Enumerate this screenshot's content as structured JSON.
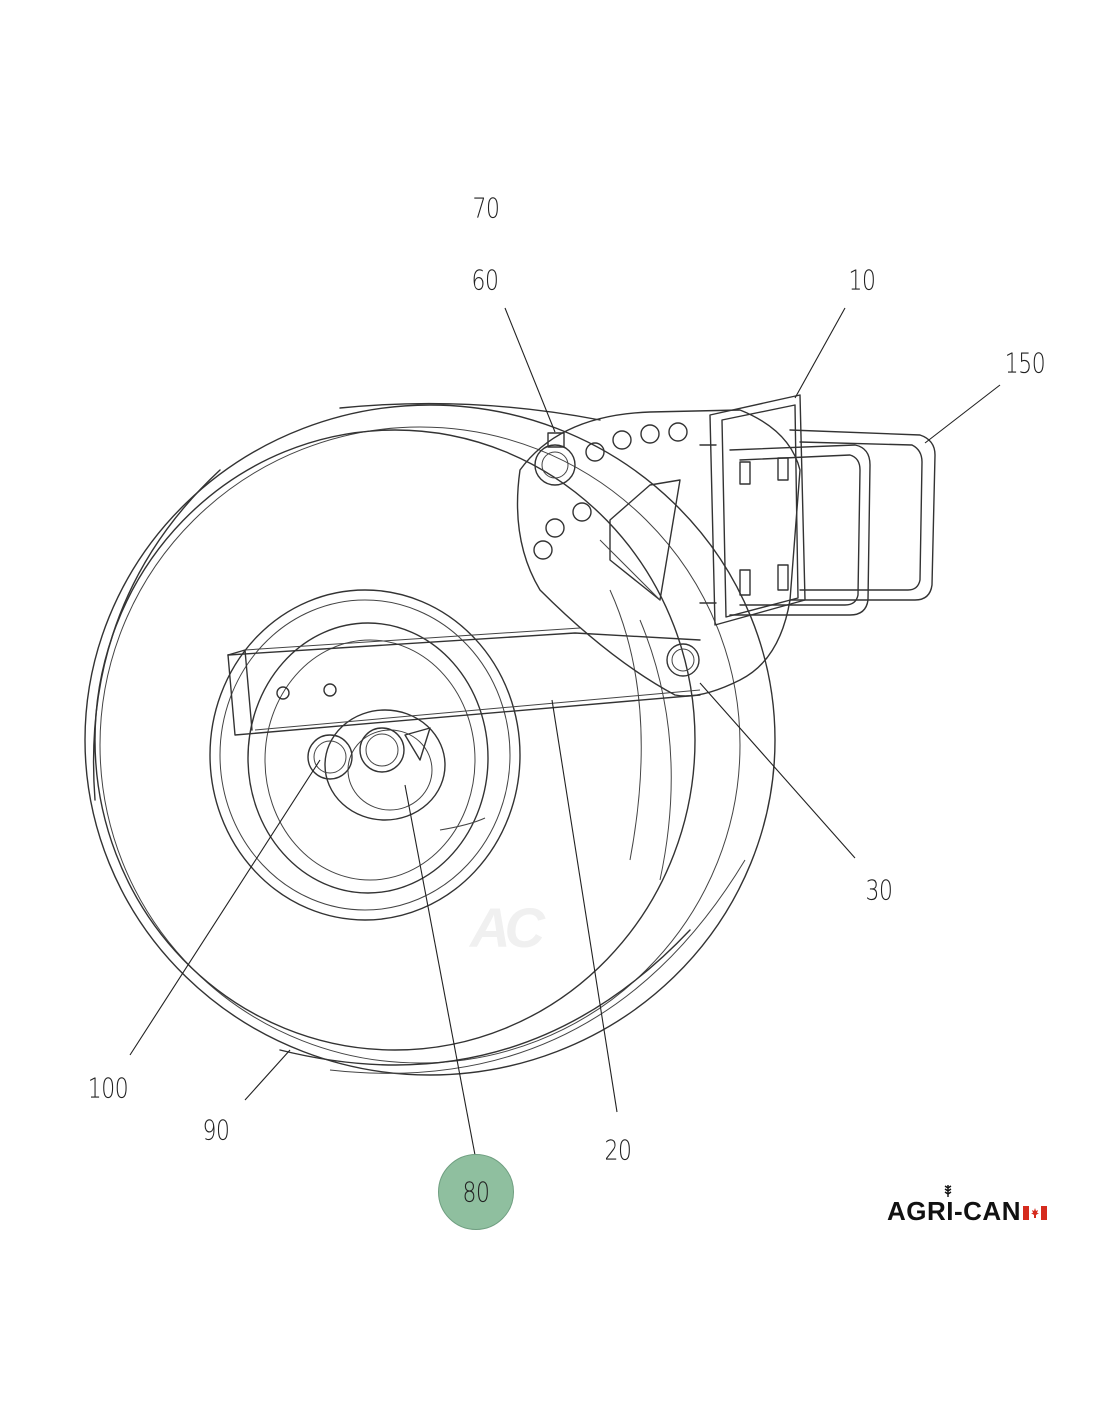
{
  "callouts": [
    {
      "id": "70",
      "label": "70"
    },
    {
      "id": "60",
      "label": "60"
    },
    {
      "id": "10",
      "label": "10"
    },
    {
      "id": "150",
      "label": "150"
    },
    {
      "id": "30",
      "label": "30"
    },
    {
      "id": "100",
      "label": "100"
    },
    {
      "id": "90",
      "label": "90"
    },
    {
      "id": "20",
      "label": "20"
    },
    {
      "id": "80",
      "label": "80",
      "highlighted": true
    }
  ],
  "highlight_color": "#8fbf9f",
  "brand": {
    "name": "AGRI-CAN",
    "flag": "canada-flag-icon"
  },
  "watermark": {
    "text": "AC"
  }
}
